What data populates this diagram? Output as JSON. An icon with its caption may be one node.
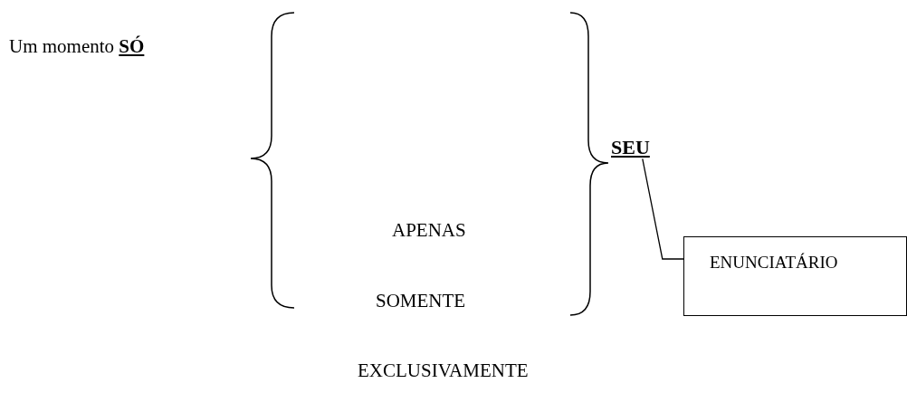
{
  "diagram": {
    "nodes": [
      {
        "text": [
          "SEU"
        ]
      },
      {
        "text": [
          "ENUNCIATÁRIO"
        ]
      }
    ],
    "edges": [
      {
        "from": 0,
        "to": 1,
        "arrow": "none"
      }
    ],
    "labels": [
      "Um momento **SÓ**",
      "APENAS",
      "SOMENTE",
      "EXCLUSIVAMENTE"
    ]
  }
}
